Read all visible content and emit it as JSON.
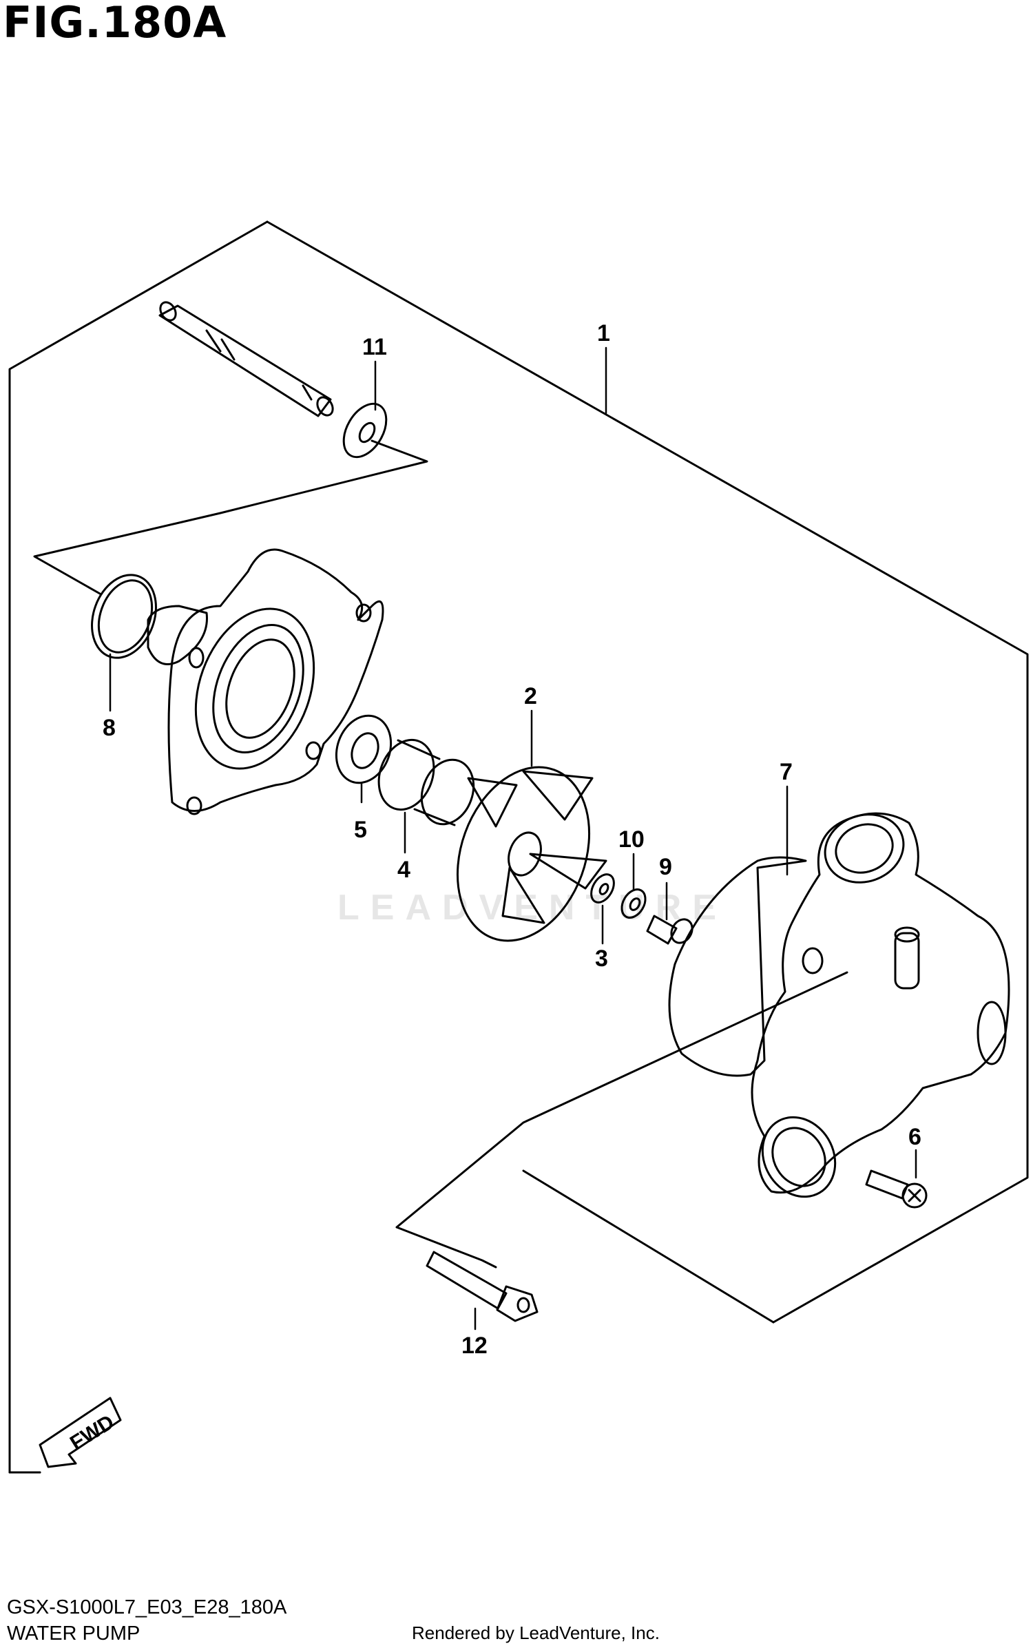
{
  "figure": {
    "title": "FIG.180A",
    "code": "GSX-S1000L7_E03_E28_180A",
    "name": "WATER PUMP",
    "render_credit": "Rendered by LeadVenture, Inc.",
    "watermark": "LEADVENTURE",
    "direction_label": "FWD"
  },
  "callouts": [
    {
      "id": "1",
      "label": "1"
    },
    {
      "id": "2",
      "label": "2"
    },
    {
      "id": "3",
      "label": "3"
    },
    {
      "id": "4",
      "label": "4"
    },
    {
      "id": "5",
      "label": "5"
    },
    {
      "id": "6",
      "label": "6"
    },
    {
      "id": "7",
      "label": "7"
    },
    {
      "id": "8",
      "label": "8"
    },
    {
      "id": "9",
      "label": "9"
    },
    {
      "id": "10",
      "label": "10"
    },
    {
      "id": "11",
      "label": "11"
    },
    {
      "id": "12",
      "label": "12"
    }
  ]
}
